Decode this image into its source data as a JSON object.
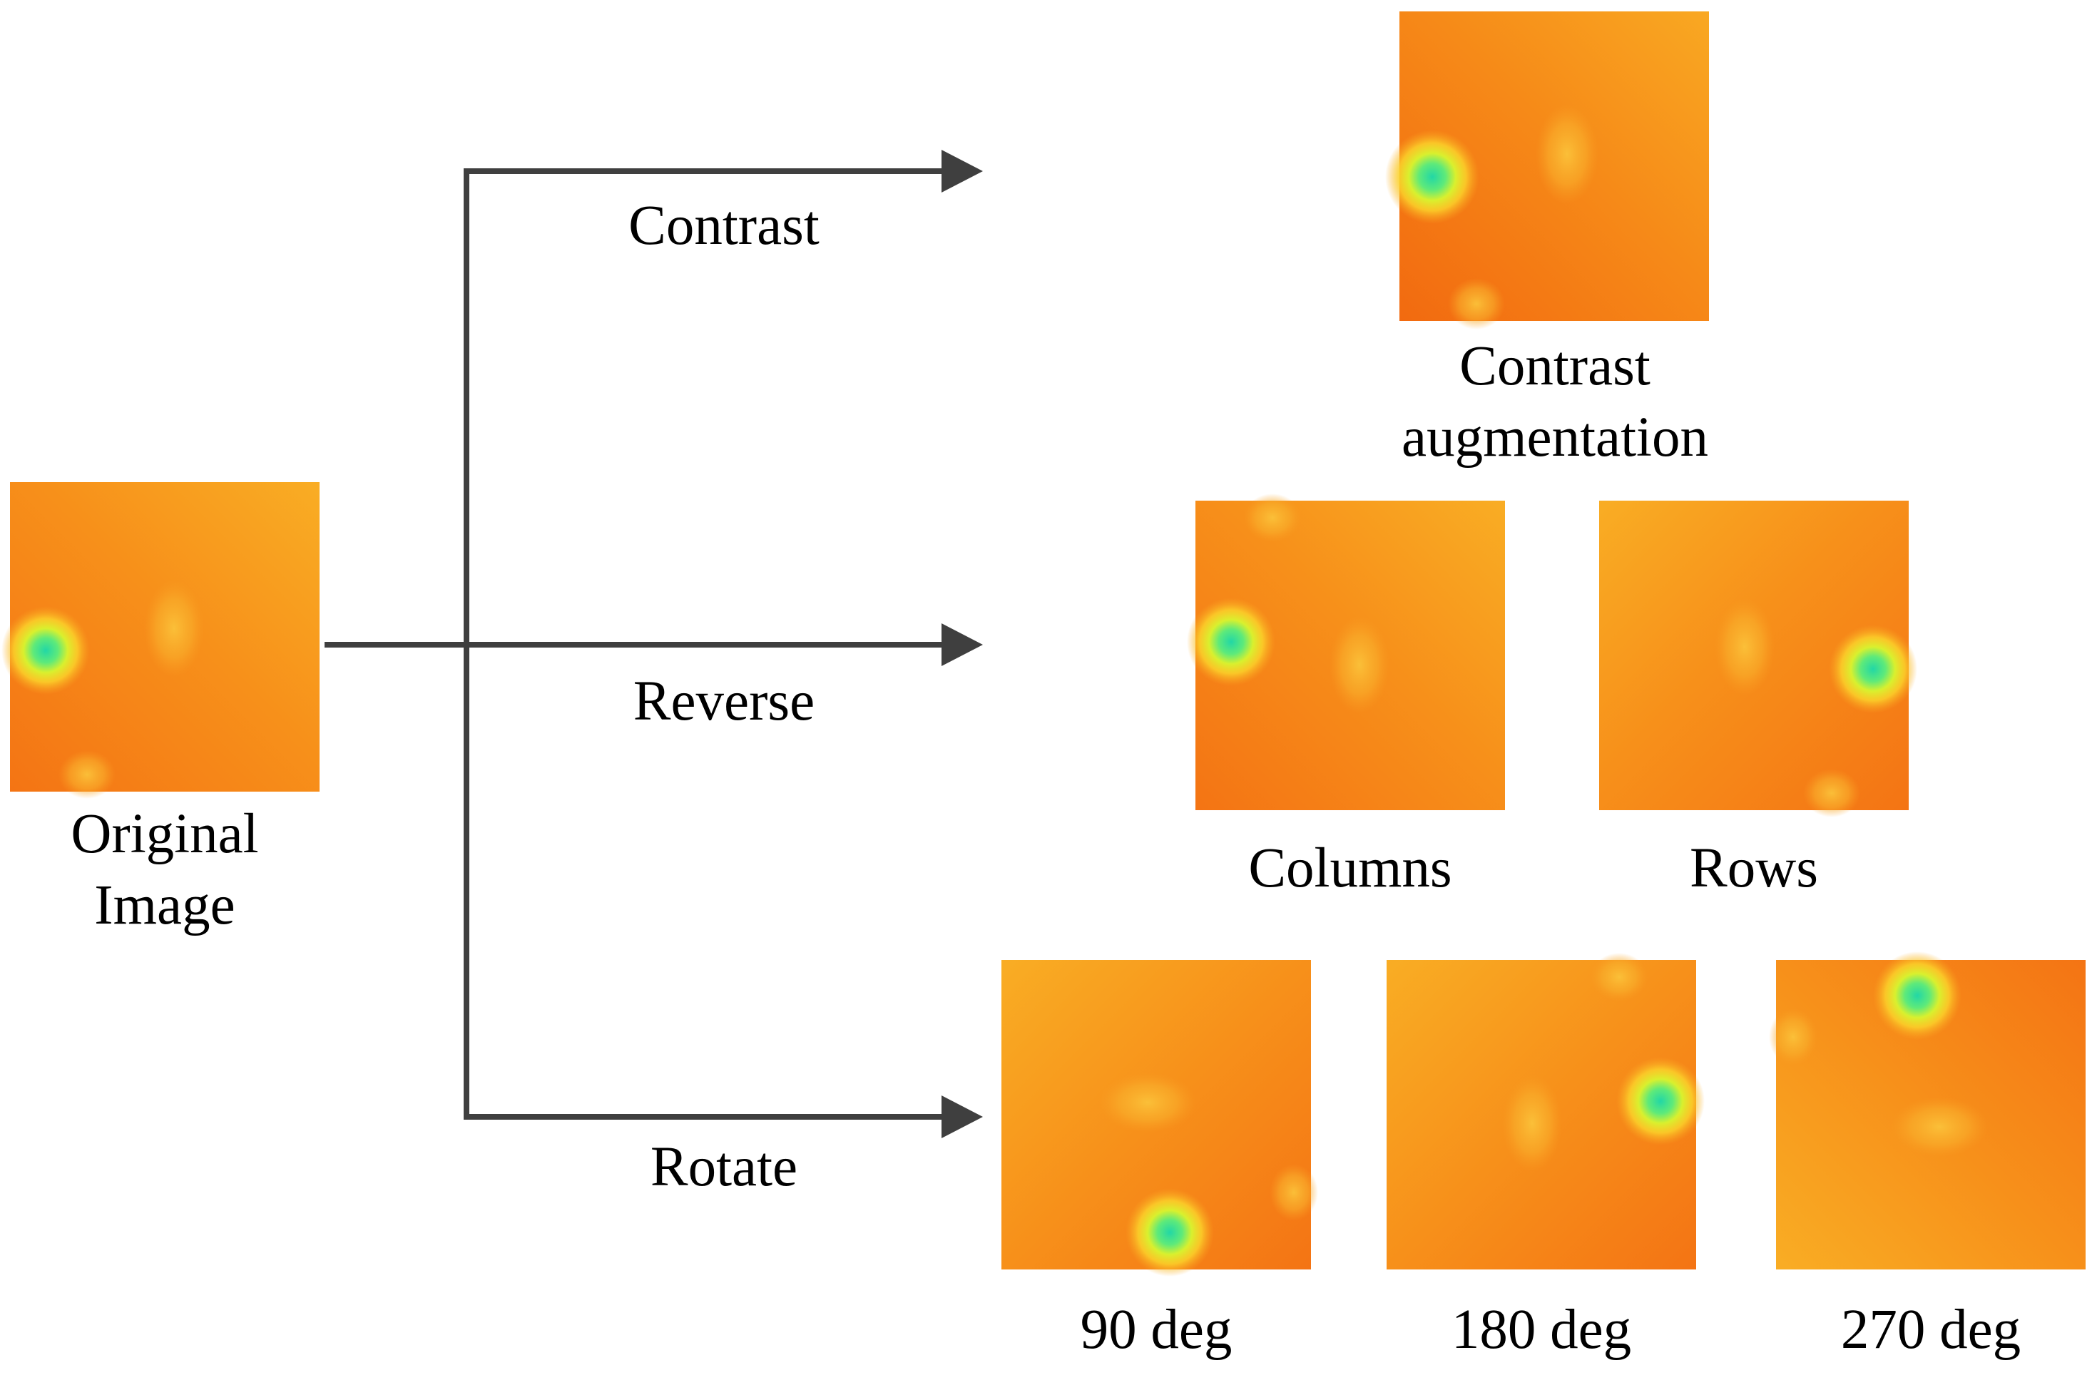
{
  "diagram": {
    "source": {
      "label_line1": "Original",
      "label_line2": "Image"
    },
    "branches": {
      "contrast": "Contrast",
      "reverse": "Reverse",
      "rotate": "Rotate"
    },
    "outputs": {
      "contrast_line1": "Contrast",
      "contrast_line2": "augmentation",
      "columns": "Columns",
      "rows": "Rows",
      "rot90": "90 deg",
      "rot180": "180 deg",
      "rot270": "270 deg"
    }
  },
  "colors": {
    "arrow": "#3f3f3f",
    "heatmap_base": "#f57c12",
    "heatmap_light": "#f9aa23",
    "spot_hot": "#2fe39a",
    "spot_ring": "#e8f02a",
    "text": "#000000"
  }
}
